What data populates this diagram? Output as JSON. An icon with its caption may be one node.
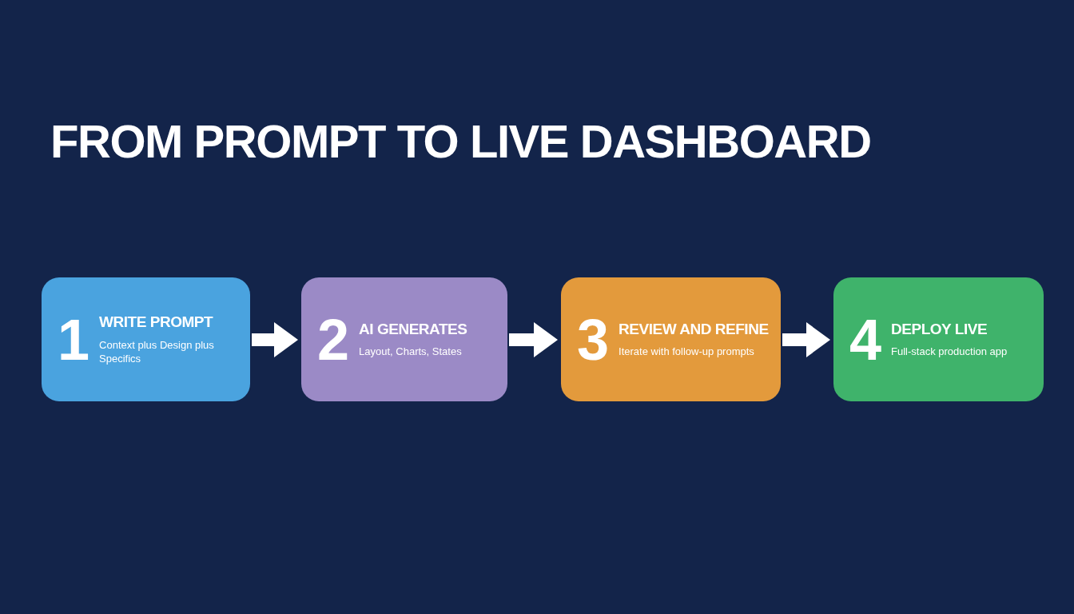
{
  "diagram": {
    "title": "FROM PROMPT TO LIVE DASHBOARD",
    "nodes": [
      {
        "text": [
          "1",
          "WRITE PROMPT",
          "Context plus Design plus Specifics"
        ]
      },
      {
        "text": [
          "2",
          "AI GENERATES",
          "Layout, Charts, States"
        ]
      },
      {
        "text": [
          "3",
          "REVIEW AND REFINE",
          "Iterate with follow-up prompts"
        ]
      },
      {
        "text": [
          "4",
          "DEPLOY LIVE",
          "Full-stack production app"
        ]
      }
    ],
    "edges": [
      {
        "from": 0,
        "to": 1,
        "arrow": "to"
      },
      {
        "from": 1,
        "to": 2,
        "arrow": "to"
      },
      {
        "from": 2,
        "to": 3,
        "arrow": "to"
      }
    ]
  }
}
